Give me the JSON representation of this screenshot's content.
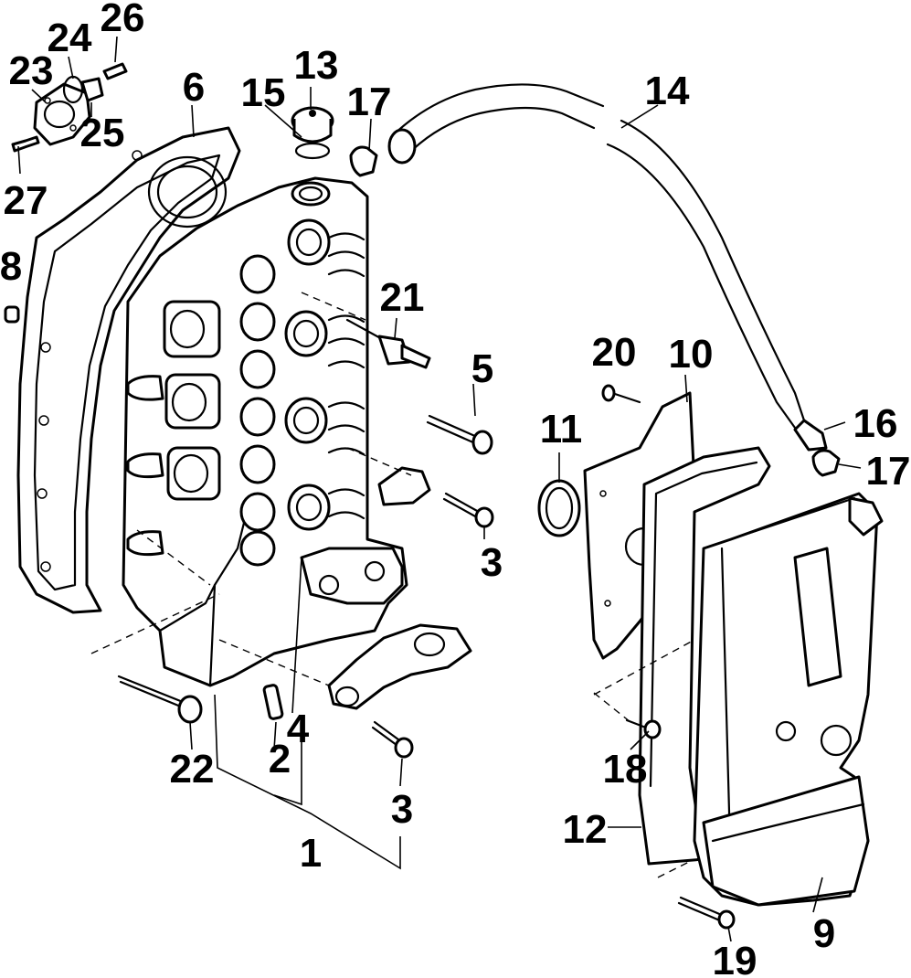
{
  "diagram": {
    "callouts": [
      {
        "id": "c1",
        "text": "1"
      },
      {
        "id": "c2",
        "text": "2"
      },
      {
        "id": "c3a",
        "text": "3"
      },
      {
        "id": "c3b",
        "text": "3"
      },
      {
        "id": "c4",
        "text": "4"
      },
      {
        "id": "c5",
        "text": "5"
      },
      {
        "id": "c6",
        "text": "6"
      },
      {
        "id": "c8",
        "text": "8"
      },
      {
        "id": "c9",
        "text": "9"
      },
      {
        "id": "c10",
        "text": "10"
      },
      {
        "id": "c11",
        "text": "11"
      },
      {
        "id": "c12",
        "text": "12"
      },
      {
        "id": "c13",
        "text": "13"
      },
      {
        "id": "c14",
        "text": "14"
      },
      {
        "id": "c15",
        "text": "15"
      },
      {
        "id": "c16",
        "text": "16"
      },
      {
        "id": "c17a",
        "text": "17"
      },
      {
        "id": "c17b",
        "text": "17"
      },
      {
        "id": "c18",
        "text": "18"
      },
      {
        "id": "c19",
        "text": "19"
      },
      {
        "id": "c20",
        "text": "20"
      },
      {
        "id": "c21",
        "text": "21"
      },
      {
        "id": "c22",
        "text": "22"
      },
      {
        "id": "c23",
        "text": "23"
      },
      {
        "id": "c24",
        "text": "24"
      },
      {
        "id": "c25",
        "text": "25"
      },
      {
        "id": "c26",
        "text": "26"
      },
      {
        "id": "c27",
        "text": "27"
      }
    ]
  }
}
